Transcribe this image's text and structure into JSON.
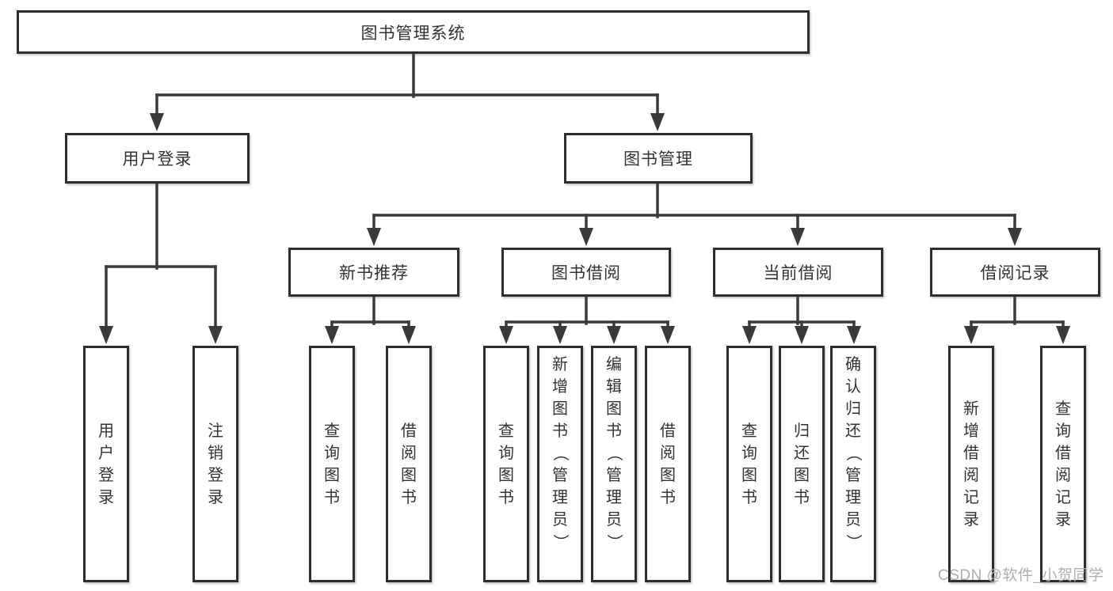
{
  "diagram": {
    "root": {
      "label": "图书管理系统"
    },
    "branches": [
      {
        "label": "用户登录",
        "children": [
          {
            "label": "用户登录"
          },
          {
            "label": "注销登录"
          }
        ]
      },
      {
        "label": "图书管理",
        "children": [
          {
            "label": "新书推荐",
            "children": [
              {
                "label": "查询图书"
              },
              {
                "label": "借阅图书"
              }
            ]
          },
          {
            "label": "图书借阅",
            "children": [
              {
                "label": "查询图书"
              },
              {
                "label": "新增图书（管理员）"
              },
              {
                "label": "编辑图书（管理员）"
              },
              {
                "label": "借阅图书"
              }
            ]
          },
          {
            "label": "当前借阅",
            "children": [
              {
                "label": "查询图书"
              },
              {
                "label": "归还图书"
              },
              {
                "label": "确认归还（管理员）"
              }
            ]
          },
          {
            "label": "借阅记录",
            "children": [
              {
                "label": "新增借阅记录"
              },
              {
                "label": "查询借阅记录"
              }
            ]
          }
        ]
      }
    ]
  },
  "watermark": {
    "text": "CSDN @软件_小贺同学"
  },
  "colors": {
    "line": "#3a3a3a",
    "border": "#2e2e2e",
    "text": "#333333",
    "background": "#ffffff",
    "watermark": "#aeaeae"
  }
}
